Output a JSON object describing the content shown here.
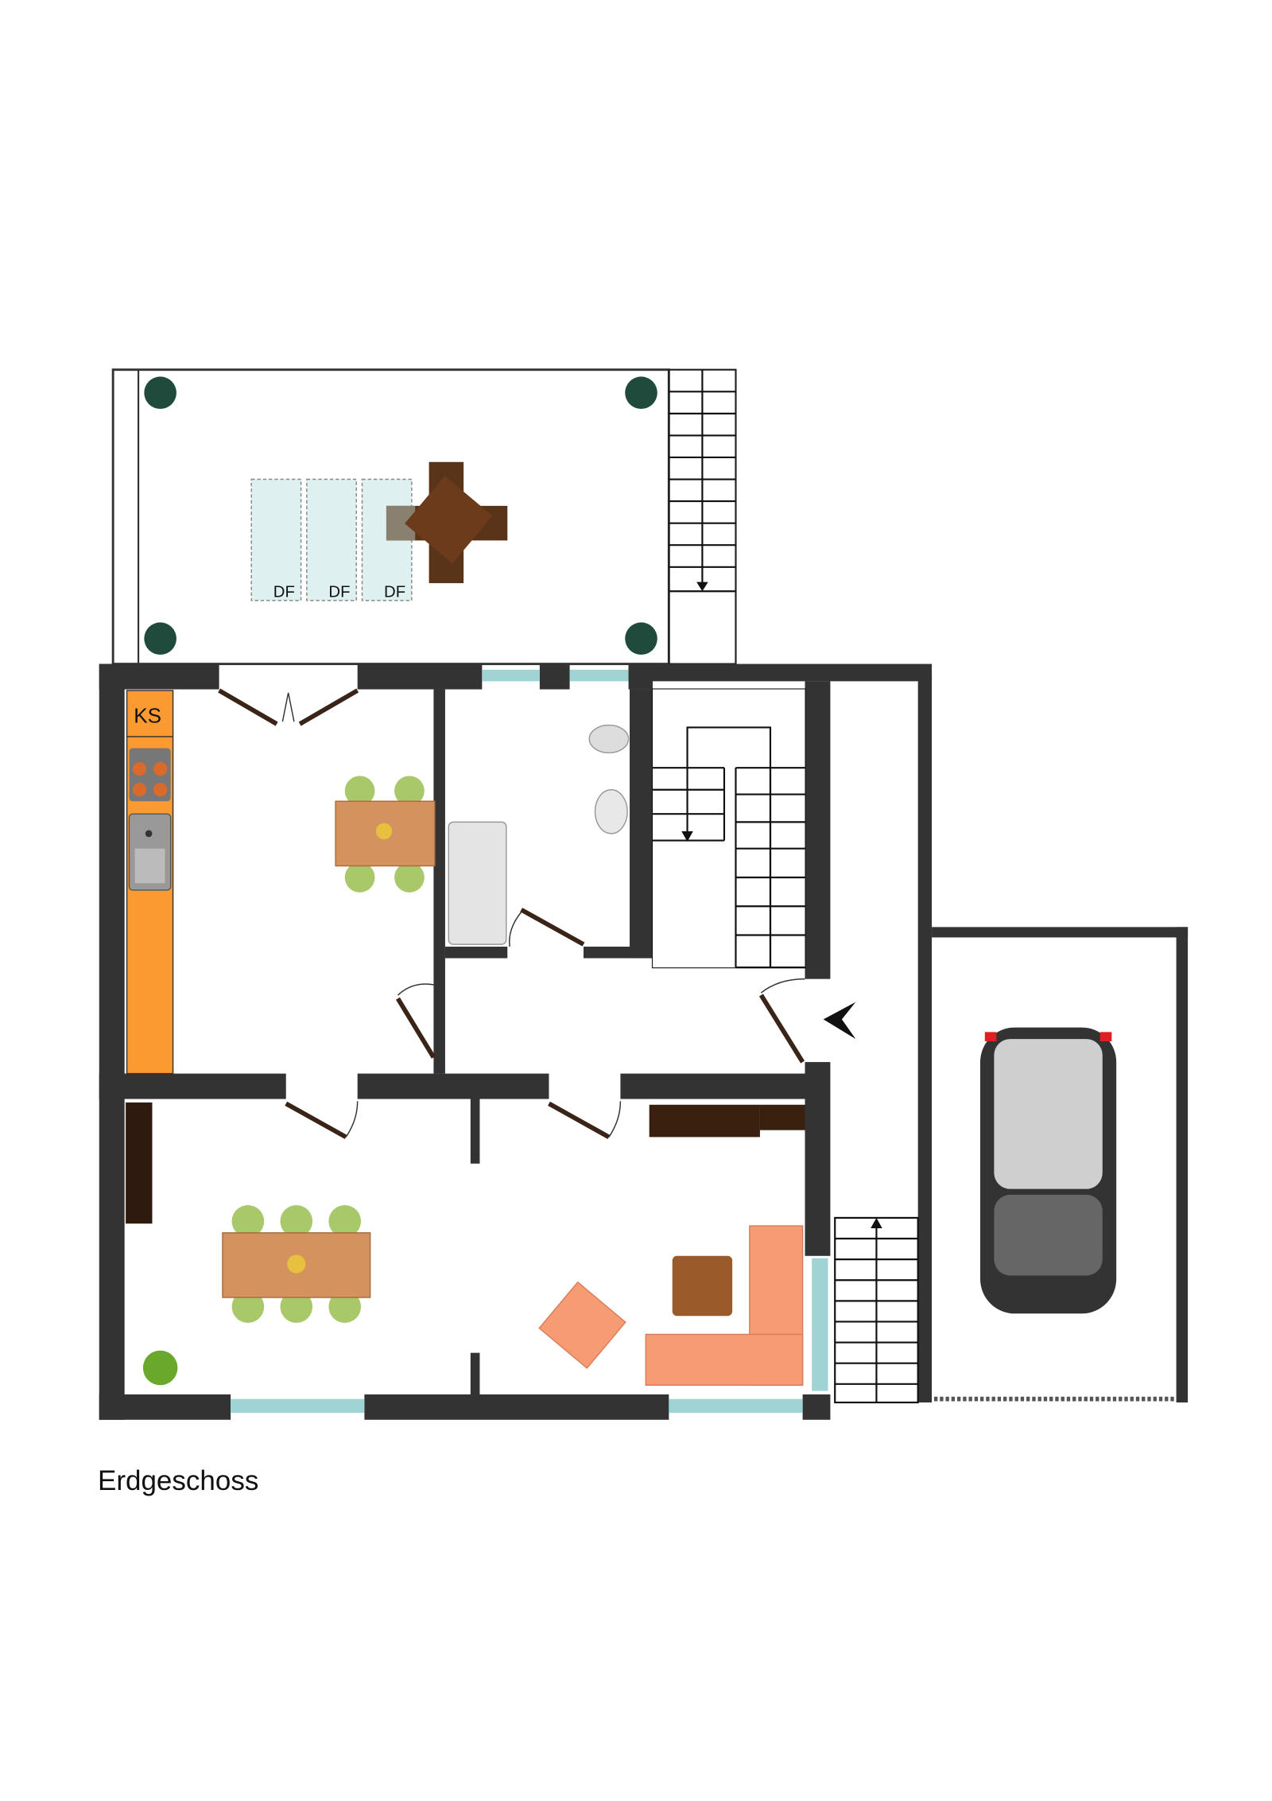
{
  "plan": {
    "floor_label": "Erdgeschoss",
    "kitchen_label": "KS",
    "skylight_labels": [
      "DF",
      "DF",
      "DF"
    ]
  },
  "colors": {
    "wall": "#333333",
    "window": "#9fd3d4",
    "kitchen_counter": "#fc9a32",
    "table": "#d4925e",
    "sofa": "#f79b74",
    "terrace_furniture": "#5a3418"
  },
  "icons": [
    "plant-icon",
    "table-icon",
    "chair-icon",
    "stove-icon",
    "sink-icon",
    "toilet-icon",
    "washbasin-icon",
    "bathtub-icon",
    "sofa-icon",
    "armchair-icon",
    "tv-cabinet-icon",
    "bookshelf-icon",
    "car-icon",
    "entrance-arrow-icon",
    "stairs-icon"
  ]
}
